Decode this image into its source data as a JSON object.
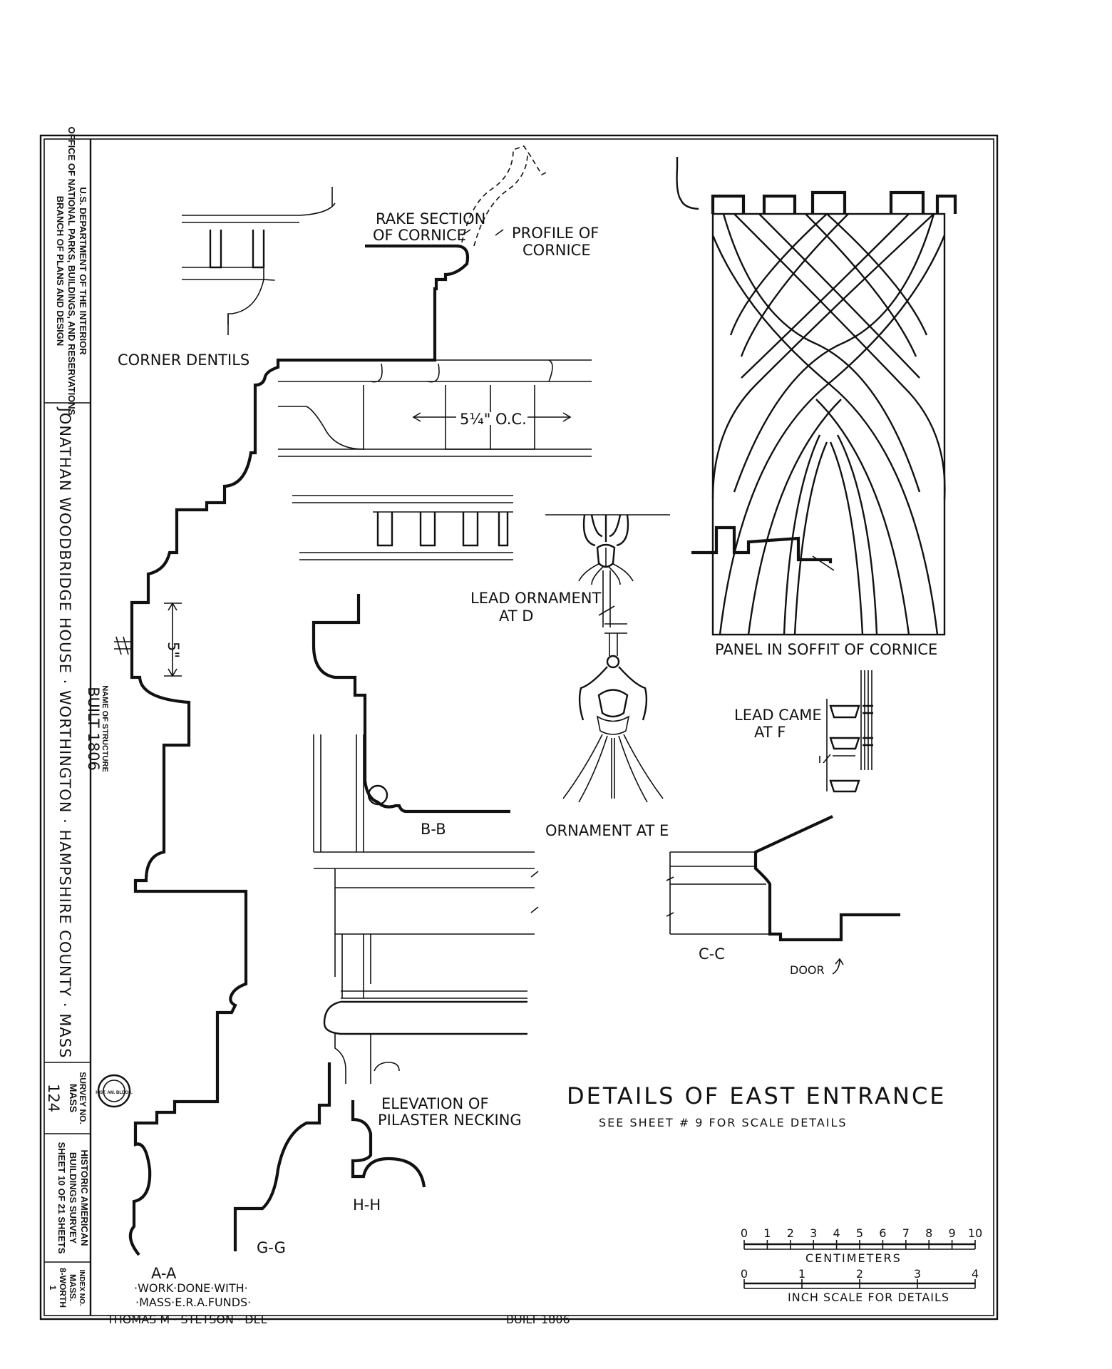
{
  "title_block": {
    "agency_line1": "U.S. DEPARTMENT OF THE INTERIOR",
    "agency_line2": "OFFICE OF NATIONAL PARKS, BUILDINGS, AND RESERVATIONS",
    "agency_line3": "BRANCH OF PLANS AND DESIGN",
    "structure_name": "JONATHAN WOODBRIDGE HOUSE · WORTHINGTON · HAMPSHIRE COUNTY · MASS",
    "name_of_structure_label": "NAME OF STRUCTURE",
    "built": "BUILT 1806",
    "survey_label": "SURVEY NO.",
    "survey_state": "MASS",
    "survey_number": "124",
    "habs_line1": "HISTORIC AMERICAN",
    "habs_line2": "BUILDINGS SURVEY",
    "sheet_info": "SHEET 10 OF 21 SHEETS",
    "index_label": "INDEX NO.",
    "index_value1": "MASS.",
    "index_value2": "8-WORTH",
    "index_value3": "1"
  },
  "labels": {
    "corner_dentils": "CORNER DENTILS",
    "rake_section_1": "RAKE SECTION",
    "rake_section_2": "OF CORNICE",
    "profile_1": "PROFILE OF",
    "profile_2": "CORNICE",
    "spacing": "5¼\" O.C.",
    "five_inch": "5\"",
    "lead_ornament_1": "LEAD ORNAMENT",
    "lead_ornament_2": "AT D",
    "ornament_e": "ORNAMENT AT E",
    "panel_soffit": "PANEL IN SOFFIT OF CORNICE",
    "lead_came_1": "LEAD CAME",
    "lead_came_2": "AT F",
    "bb": "B-B",
    "cc": "C-C",
    "door": "DOOR",
    "elevation_1": "ELEVATION OF",
    "elevation_2": "PILASTER NECKING",
    "hh": "H-H",
    "gg": "G-G",
    "aa": "A-A",
    "work_1": "·WORK·DONE·WITH·",
    "work_2": "·MASS·E.R.A.FUNDS·",
    "delineator": "THOMAS M · STETSON · DEL·",
    "built_bottom": "BUILT 1806",
    "main_title": "DETAILS OF EAST ENTRANCE",
    "subtitle": "SEE SHEET # 9 FOR SCALE DETAILS",
    "stamp": "HIST. AM. BLDGS."
  },
  "scales": {
    "cm_ticks": [
      "0",
      "1",
      "2",
      "3",
      "4",
      "5",
      "6",
      "7",
      "8",
      "9",
      "10"
    ],
    "cm_label": "CENTIMETERS",
    "inch_ticks": [
      "0",
      "1",
      "2",
      "3",
      "4"
    ],
    "inch_label": "INCH SCALE FOR DETAILS"
  }
}
